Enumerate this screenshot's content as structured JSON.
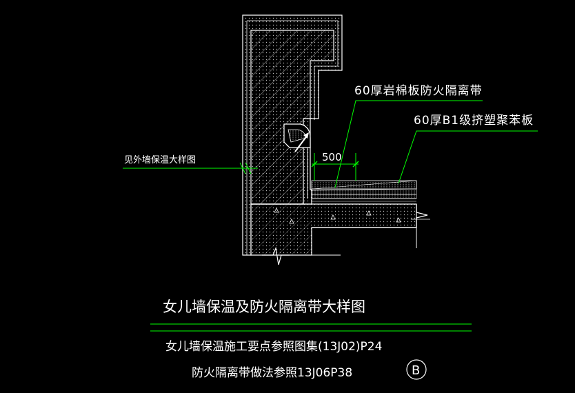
{
  "labels": {
    "rock_wool": "60厚岩棉板防火隔离带",
    "xps": "60厚B1级挤塑聚苯板",
    "dimension": "500",
    "ext_wall_ref": "见外墙保温大样图"
  },
  "title": {
    "main": "女儿墙保温及防火隔离带大样图",
    "line1": "女儿墙保温施工要点参照图集(13J02)P24",
    "line2": "防火隔离带做法参照13J06P38",
    "circle": "B"
  },
  "colors": {
    "background": "#000000",
    "outline": "#ffffff",
    "leader": "#00ff00",
    "hatch": "#b0b0b0"
  }
}
